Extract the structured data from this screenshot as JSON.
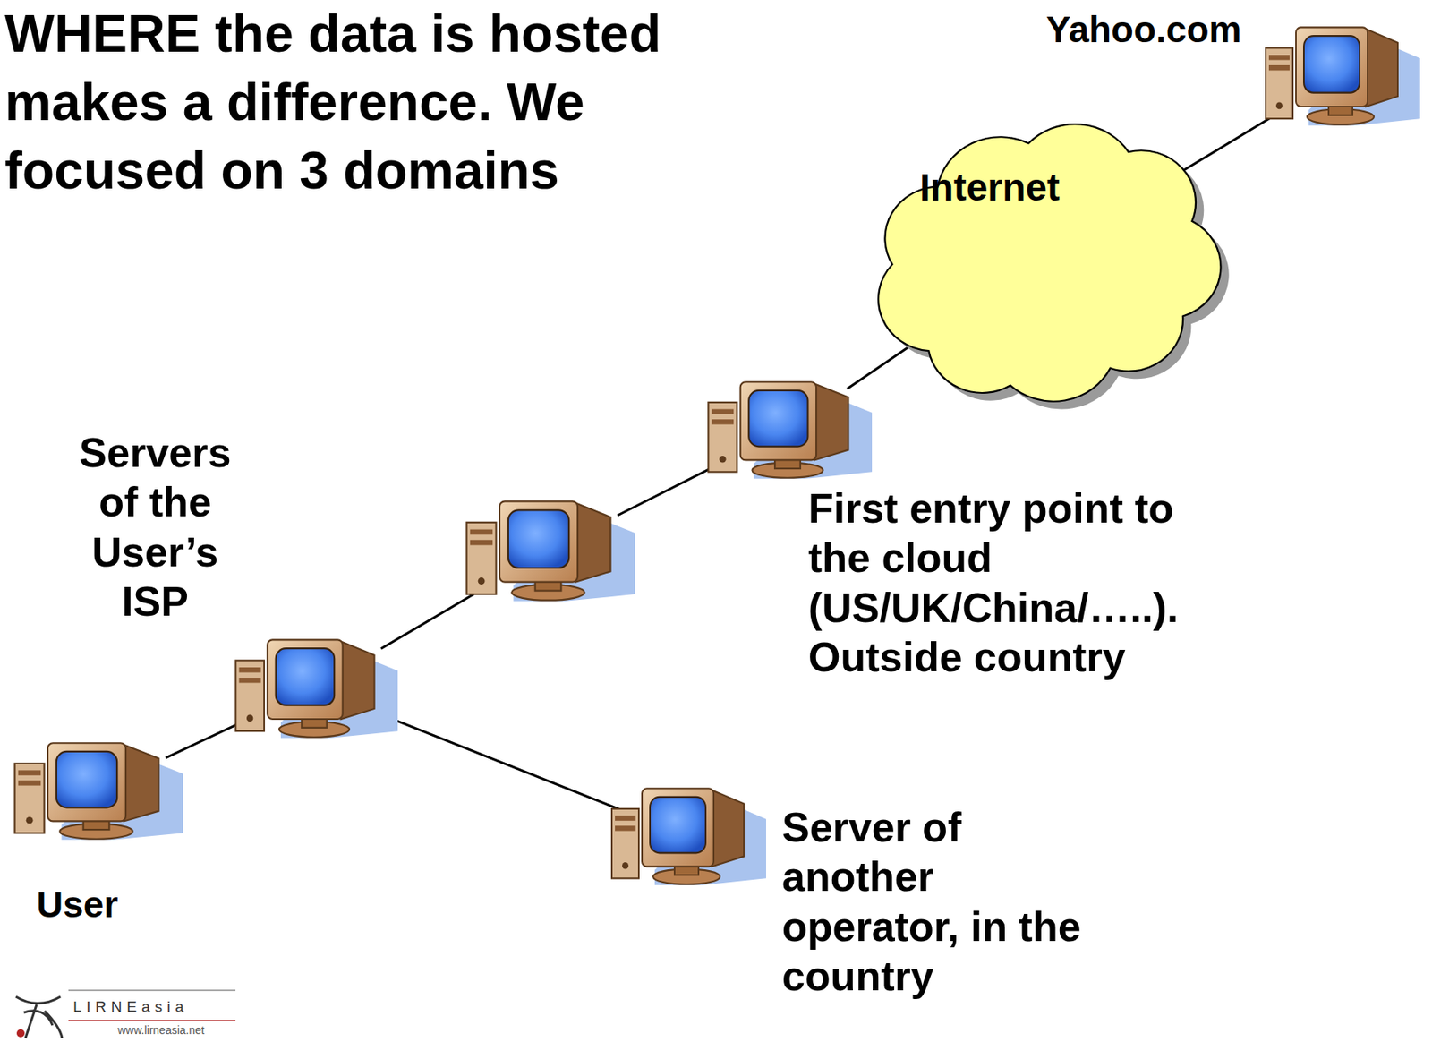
{
  "diagram": {
    "title": "WHERE the data is hosted makes a difference. We focused on 3 domains",
    "nodes": [
      {
        "text": [
          "Yahoo.com"
        ]
      },
      {
        "text": [
          "Internet"
        ]
      },
      {
        "text": [
          "First entry point to the cloud (US/UK/China/…..). Outside country"
        ]
      },
      {
        "text": []
      },
      {
        "text": [
          "Servers of the User’s ISP"
        ]
      },
      {
        "text": [
          "User"
        ]
      },
      {
        "text": [
          "Server of another operator, in the country"
        ]
      }
    ],
    "edges": [
      {
        "from": 5,
        "to": 4,
        "arrow": "none"
      },
      {
        "from": 4,
        "to": 3,
        "arrow": "none"
      },
      {
        "from": 3,
        "to": 2,
        "arrow": "none"
      },
      {
        "from": 2,
        "to": 1,
        "arrow": "none"
      },
      {
        "from": 1,
        "to": 0,
        "arrow": "none"
      },
      {
        "from": 4,
        "to": 6,
        "arrow": "none"
      }
    ],
    "labels": [
      "LIRNEasia",
      "www.lirneasia.net"
    ]
  }
}
